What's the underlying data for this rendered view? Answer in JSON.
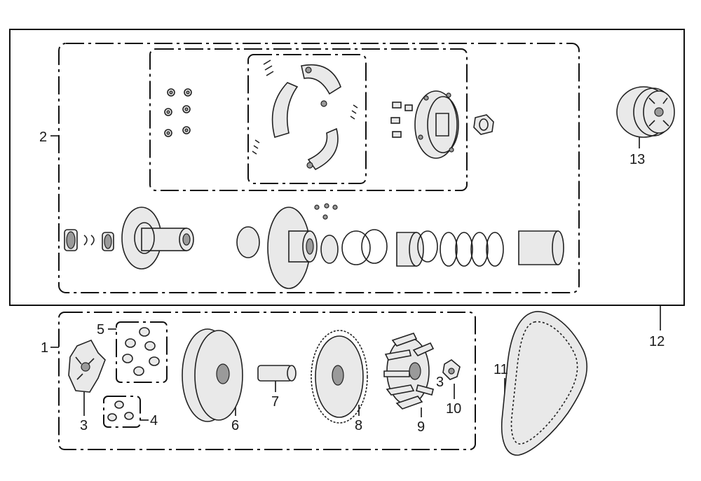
{
  "callouts": {
    "c1": "1",
    "c2": "2",
    "c3a": "3",
    "c3b": "3",
    "c4": "4",
    "c5": "5",
    "c6": "6",
    "c7": "7",
    "c8": "8",
    "c9": "9",
    "c10": "10",
    "c11": "11",
    "c12": "12",
    "c13": "13"
  }
}
